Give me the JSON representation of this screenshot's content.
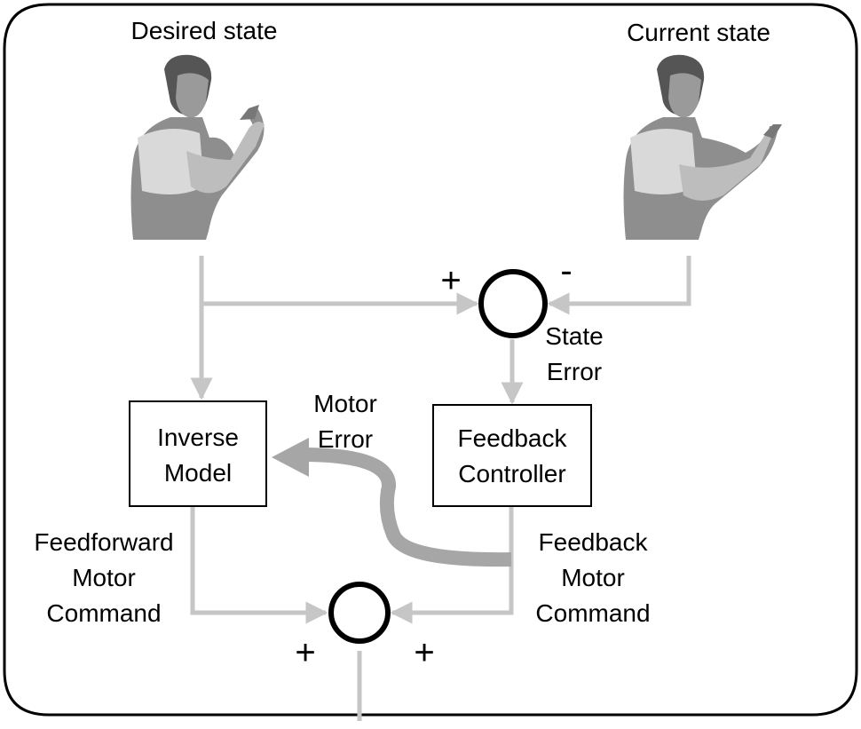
{
  "states": {
    "desired": "Desired state",
    "current": "Current state"
  },
  "blocks": {
    "inverse_model": [
      "Inverse",
      "Model"
    ],
    "feedback_controller": [
      "Feedback",
      "Controller"
    ]
  },
  "signals": {
    "state_error": [
      "State",
      "Error"
    ],
    "motor_error": [
      "Motor",
      "Error"
    ],
    "feedforward_command": [
      "Feedforward",
      "Motor",
      "Command"
    ],
    "feedback_command": [
      "Feedback",
      "Motor",
      "Command"
    ]
  },
  "signs": {
    "top_plus": "+",
    "top_minus": "-",
    "bottom_left_plus": "+",
    "bottom_right_plus": "+"
  },
  "colors": {
    "signal_line": "#c6c6c6",
    "motor_error_path": "#a6a6a6"
  }
}
